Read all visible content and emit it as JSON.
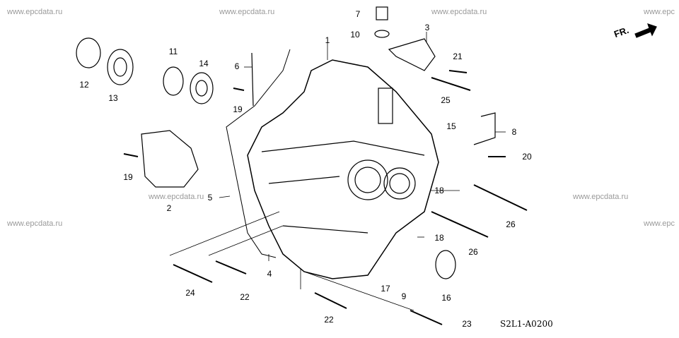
{
  "watermark": "www.epcdata.ru",
  "watermark_partial": "www.epc",
  "direction_label": "FR.",
  "diagram_code": "S2L1-A0200",
  "callouts": [
    "1",
    "2",
    "3",
    "4",
    "5",
    "6",
    "7",
    "8",
    "9",
    "10",
    "11",
    "12",
    "13",
    "14",
    "15",
    "16",
    "17",
    "18",
    "18",
    "19",
    "19",
    "20",
    "21",
    "22",
    "22",
    "23",
    "24",
    "25",
    "26",
    "26"
  ]
}
